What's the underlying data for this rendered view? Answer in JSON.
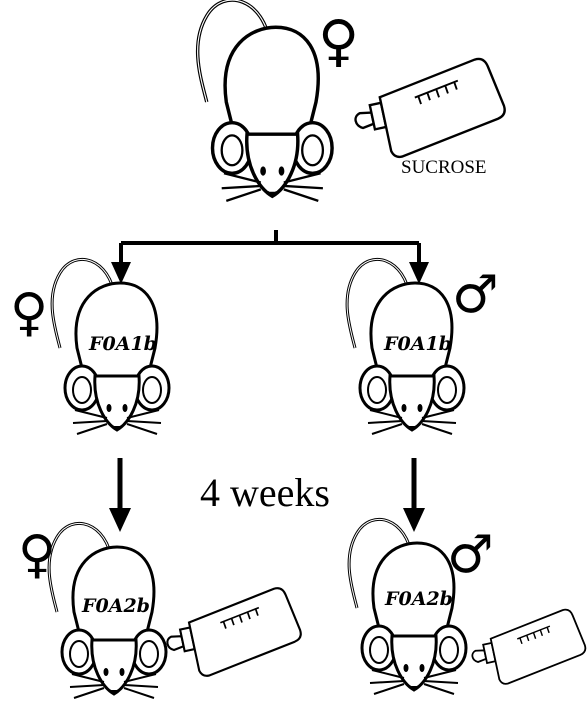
{
  "diagram": {
    "parent": {
      "sex_symbol": "♀"
    },
    "treatment_label": "SUCROSE",
    "duration_label": "4 weeks",
    "offspring_f1": [
      {
        "sex_symbol": "♀",
        "label": "F0A1b"
      },
      {
        "sex_symbol": "♂",
        "label": "F0A1b"
      }
    ],
    "offspring_f2": [
      {
        "sex_symbol": "♀",
        "label": "F0A2b"
      },
      {
        "sex_symbol": "♂",
        "label": "F0A2b"
      }
    ]
  }
}
